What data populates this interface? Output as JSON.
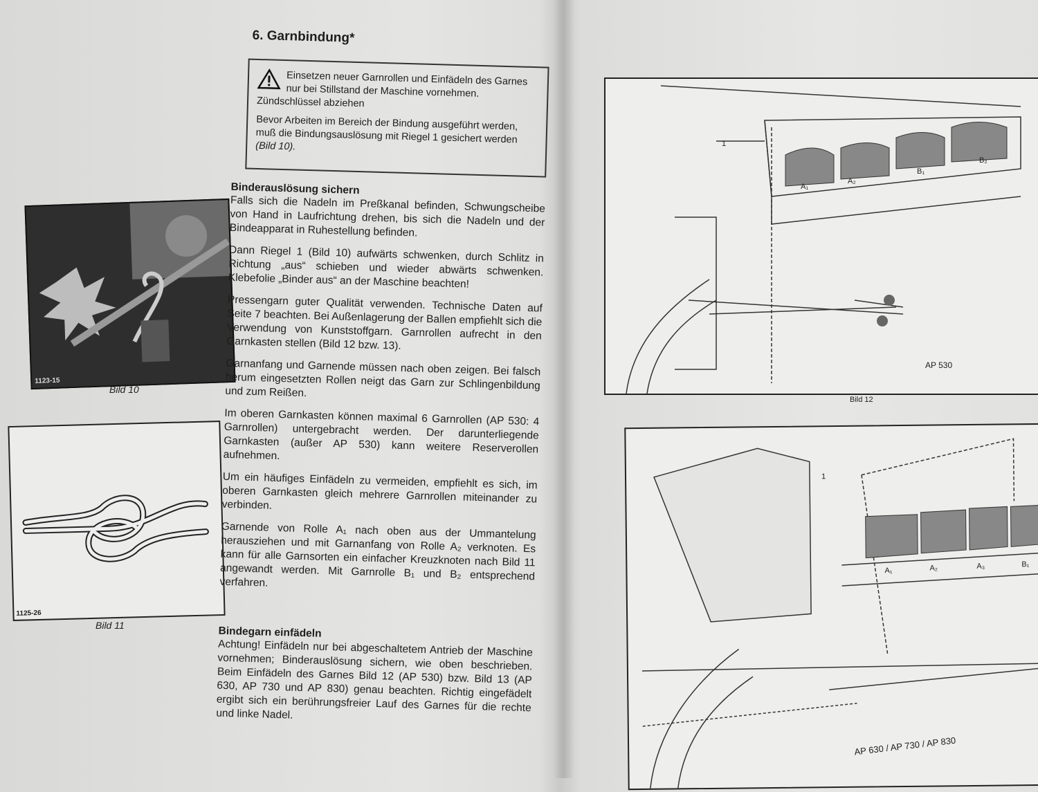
{
  "section_title": "6. Garnbindung*",
  "warning": {
    "icon": "warning-triangle-icon",
    "p1": "Einsetzen neuer Garnrollen und Einfädeln des Garnes nur bei Stillstand der Maschine vornehmen. Zündschlüssel abziehen",
    "p2_text": "Bevor Arbeiten im Bereich der Bindung ausgeführt werden, muß die Bindungsauslösung mit Riegel 1 gesichert werden",
    "p2_ref": "(Bild 10)."
  },
  "sections": [
    {
      "heading": "Binderauslösung sichern",
      "paragraphs": [
        "Falls sich die Nadeln im Preßkanal befinden, Schwungscheibe von Hand in Laufrichtung drehen, bis sich die Nadeln und der Bindeapparat in Ruhestellung befinden.",
        "Dann Riegel 1 (Bild 10) aufwärts schwenken, durch Schlitz in Richtung „aus“ schieben und wieder abwärts schwenken. Klebefolie „Binder aus“ an der Maschine beachten!",
        "Pressengarn guter Qualität verwenden. Technische Daten auf Seite 7 beachten. Bei Außenlagerung der Ballen empfiehlt sich die Verwendung von Kunststoffgarn. Garnrollen aufrecht in den Garnkasten stellen (Bild 12 bzw. 13).",
        "Garnanfang und Garnende müssen nach oben zeigen. Bei falsch herum eingesetzten Rollen neigt das Garn zur Schlingenbildung und zum Reißen.",
        "Im oberen Garnkasten können maximal 6 Garnrollen (AP 530: 4 Garnrollen) untergebracht werden. Der darunterliegende Garnkasten (außer AP 530) kann weitere Reserverollen aufnehmen.",
        "Um ein häufiges Einfädeln zu vermeiden, empfiehlt es sich, im oberen Garnkasten gleich mehrere Garnrollen miteinander zu verbinden.",
        "Garnende von Rolle A₁ nach oben aus der Ummantelung herausziehen und mit Garnanfang von Rolle A₂ verknoten. Es kann für alle Garnsorten ein einfacher Kreuzknoten nach Bild 11 angewandt werden. Mit Garnrolle B₁ und B₂ entsprechend verfahren."
      ]
    },
    {
      "heading": "Bindegarn einfädeln",
      "paragraphs": [
        "Achtung! Einfädeln nur bei abgeschaltetem Antrieb der Maschine vornehmen; Binderauslösung sichern, wie oben beschrieben. Beim Einfädeln des Garnes Bild 12 (AP 530) bzw. Bild 13 (AP 630, AP 730 und AP 830) genau beachten. Richtig eingefädelt ergibt sich ein berührungsfreier Lauf des Garnes für die rechte und linke Nadel."
      ]
    }
  ],
  "figures": {
    "bild10": {
      "caption": "Bild 10",
      "code": "1123-15"
    },
    "bild11": {
      "caption": "Bild 11",
      "code": "1125-26"
    },
    "bild12": {
      "caption": "Bild 12",
      "model": "AP 530",
      "labels": [
        "1",
        "A₁",
        "A₂",
        "B₁",
        "B₂"
      ]
    },
    "bild13": {
      "model": "AP 630 / AP 730 / AP 830",
      "labels": [
        "1",
        "A₁",
        "A₂",
        "A₃",
        "B₁"
      ]
    }
  }
}
